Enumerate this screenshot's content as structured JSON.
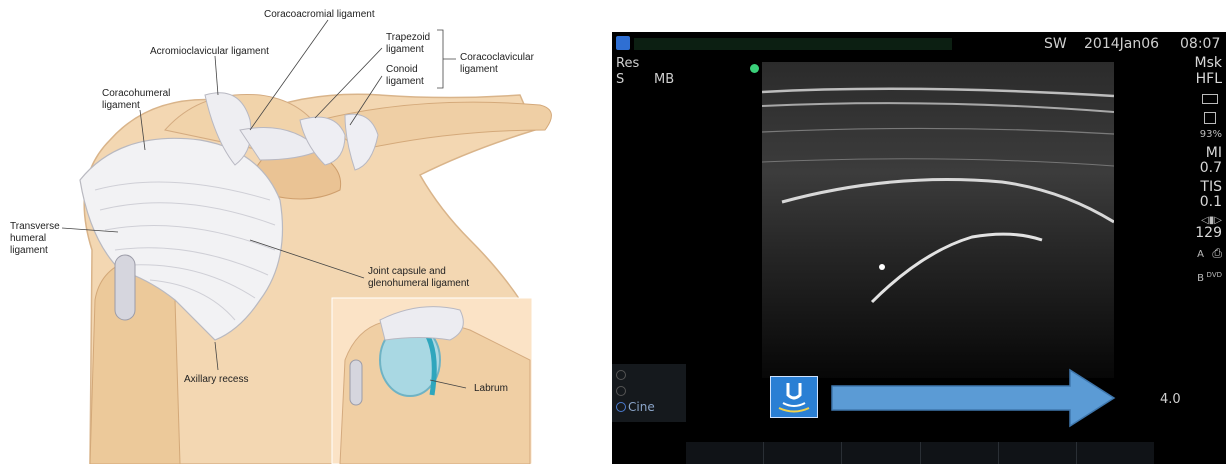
{
  "anatomy": {
    "labels": {
      "coracoacromial": "Coracoacromial ligament",
      "acromioclavicular": "Acromioclavicular ligament",
      "trapezoid": "Trapezoid ligament",
      "conoid": "Conoid ligament",
      "coracoclavicular": "Coracoclavicular ligament",
      "coracohumeral": "Coracohumeral ligament",
      "transverse_humeral": "Transverse humeral ligament",
      "joint_capsule": "Joint capsule and glenohumeral ligament",
      "axillary_recess": "Axillary recess",
      "labrum": "Labrum"
    }
  },
  "ultrasound": {
    "header": {
      "operator": "SW",
      "date": "2014Jan06",
      "time": "08:07"
    },
    "mode": {
      "res": "Res",
      "s": "S",
      "mb": "MB"
    },
    "right_panel": {
      "exam": "Msk",
      "probe": "HFL",
      "storage_pct": "93%",
      "mi_label": "MI",
      "mi_value": "0.7",
      "tis_label": "TIS",
      "tis_value": "0.1",
      "gain": "129",
      "a_label": "A",
      "b_label": "B",
      "dvd": "DVD"
    },
    "depth": "4.0",
    "cine_label": "Cine",
    "probe_icon": "transducer-icon",
    "colors": {
      "arrow": "#5b9bd5",
      "probe_bg": "#2a7fd4",
      "marker": "#3ad07a"
    }
  }
}
